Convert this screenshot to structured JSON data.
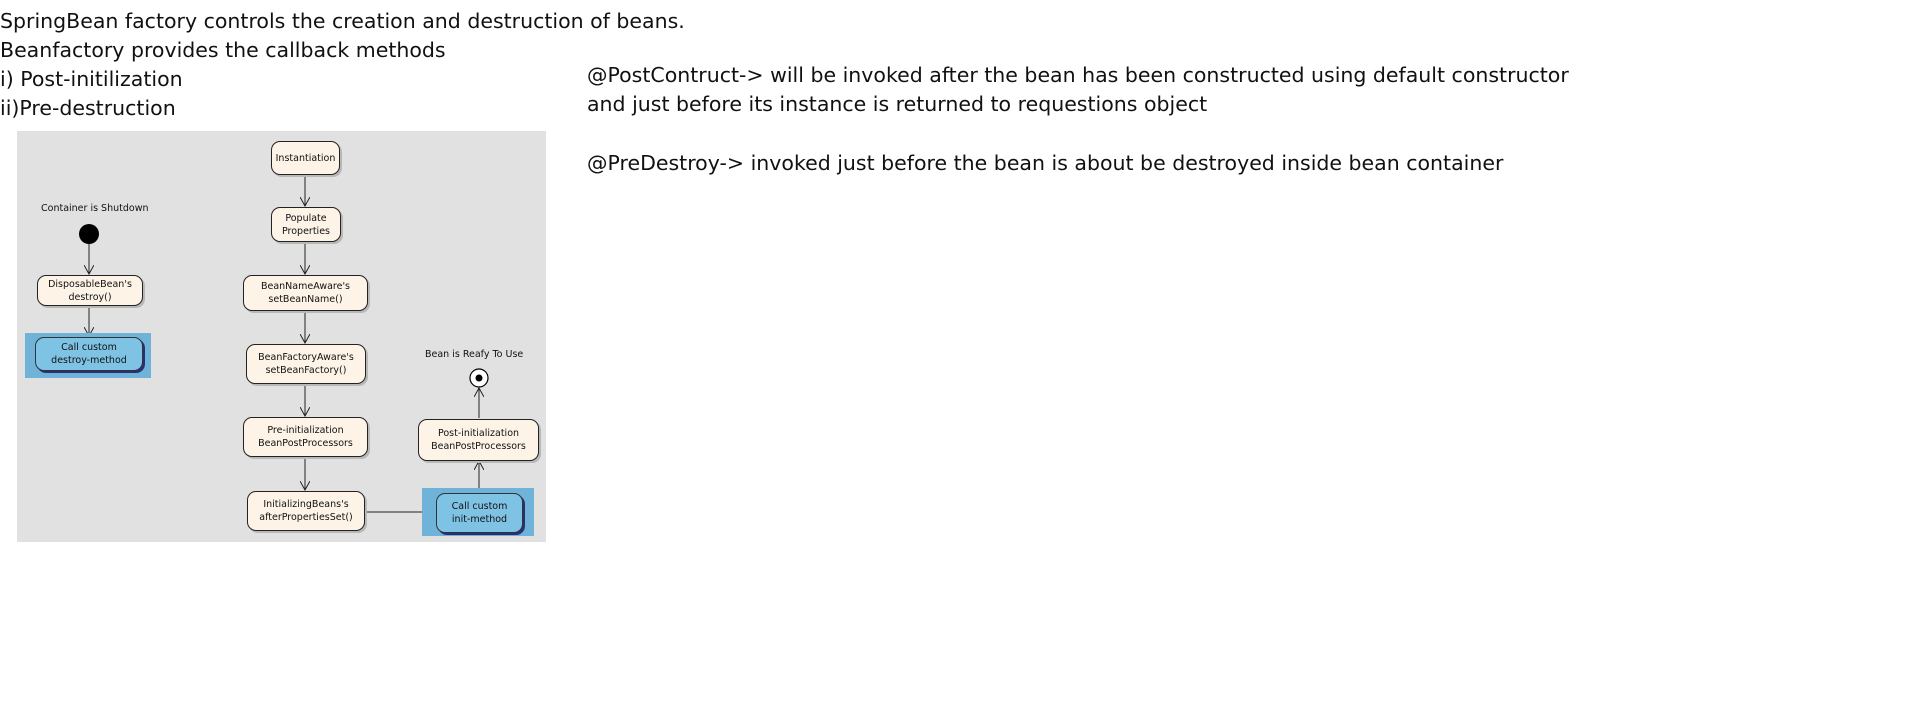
{
  "intro": {
    "line1": "SpringBean factory controls the creation and destruction of beans.",
    "line2": "Beanfactory provides the callback methods",
    "line3": "i) Post-initilization",
    "line4": "ii)Pre-destruction"
  },
  "notes": {
    "post_line1": "@PostContruct-> will be invoked after the bean has been constructed using default constructor",
    "post_line2": "and just before its instance is returned to requestions object",
    "pre_line1": "@PreDestroy-> invoked just before the bean is about be destroyed inside bean container"
  },
  "diagram": {
    "shutdown_label": "Container is Shutdown",
    "ready_label": "Bean is Reafy To Use",
    "nodes": {
      "instantiation": "Instantiation",
      "populate": "Populate\nProperties",
      "bean_name_aware": "BeanNameAware's\nsetBeanName()",
      "bean_factory_aware": "BeanFactoryAware's\nsetBeanFactory()",
      "pre_init": "Pre-initialization\nBeanPostProcessors",
      "initializing_beans": "InitializingBeans's\nafterPropertiesSet()",
      "custom_init": "Call custom\ninit-method",
      "post_init": "Post-initialization\nBeanPostProcessors",
      "disposable_bean": "DisposableBean's\ndestroy()",
      "custom_destroy": "Call custom\ndestroy-method"
    },
    "colors": {
      "node_fill": "#fdf4e7",
      "highlight_fill": "#7ec2e4",
      "background": "#e1e1e1"
    }
  }
}
